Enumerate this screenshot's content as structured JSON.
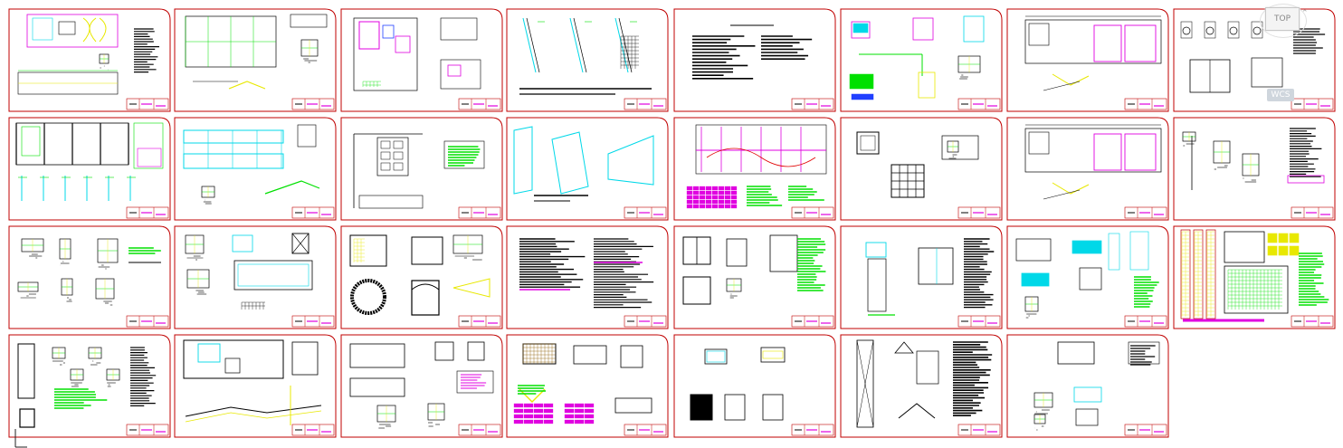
{
  "window": {
    "viewcube": {
      "face_label": "TOP",
      "wcs_label": "WCS"
    }
  },
  "colors": {
    "background": "#ffffff",
    "sheet_frame": "#c00000",
    "yellow": "#e8e800",
    "green": "#00e000",
    "cyan": "#00d8e8",
    "magenta": "#e000e0",
    "black": "#000000",
    "blue": "#2040ff"
  },
  "icons": [
    "compass-chevron-icon",
    "ucs-axis-icon"
  ],
  "sheets": [
    {
      "id": "1",
      "row": 0,
      "col": 0,
      "kind": "plan-site"
    },
    {
      "id": "2",
      "row": 0,
      "col": 1,
      "kind": "roof-plan"
    },
    {
      "id": "3",
      "row": 0,
      "col": 2,
      "kind": "rooms-plan"
    },
    {
      "id": "4",
      "row": 0,
      "col": 3,
      "kind": "walls-section"
    },
    {
      "id": "5",
      "row": 0,
      "col": 4,
      "kind": "text-notes"
    },
    {
      "id": "6",
      "row": 0,
      "col": 5,
      "kind": "installations"
    },
    {
      "id": "7",
      "row": 0,
      "col": 6,
      "kind": "floor-plan"
    },
    {
      "id": "8",
      "row": 0,
      "col": 7,
      "kind": "fixtures"
    },
    {
      "id": "9",
      "row": 1,
      "col": 0,
      "kind": "elevation-structure"
    },
    {
      "id": "10",
      "row": 1,
      "col": 1,
      "kind": "cyan-sections"
    },
    {
      "id": "11",
      "row": 1,
      "col": 2,
      "kind": "furniture-plan"
    },
    {
      "id": "12",
      "row": 1,
      "col": 3,
      "kind": "cyan-isometric"
    },
    {
      "id": "13",
      "row": 1,
      "col": 4,
      "kind": "electric-plan"
    },
    {
      "id": "14",
      "row": 1,
      "col": 5,
      "kind": "grid-details"
    },
    {
      "id": "15",
      "row": 1,
      "col": 6,
      "kind": "floor-plan"
    },
    {
      "id": "16",
      "row": 1,
      "col": 7,
      "kind": "fixtures-detail"
    },
    {
      "id": "17",
      "row": 2,
      "col": 0,
      "kind": "sparse-details"
    },
    {
      "id": "18",
      "row": 2,
      "col": 1,
      "kind": "foundation-details"
    },
    {
      "id": "19",
      "row": 2,
      "col": 2,
      "kind": "manhole-details"
    },
    {
      "id": "20",
      "row": 2,
      "col": 3,
      "kind": "text-notes-2"
    },
    {
      "id": "21",
      "row": 2,
      "col": 4,
      "kind": "carpentry"
    },
    {
      "id": "22",
      "row": 2,
      "col": 5,
      "kind": "tank-details"
    },
    {
      "id": "23",
      "row": 2,
      "col": 6,
      "kind": "cyan-tanks"
    },
    {
      "id": "24",
      "row": 2,
      "col": 7,
      "kind": "structural-colored"
    },
    {
      "id": "25",
      "row": 3,
      "col": 0,
      "kind": "column-details"
    },
    {
      "id": "26",
      "row": 3,
      "col": 1,
      "kind": "beam-section"
    },
    {
      "id": "27",
      "row": 3,
      "col": 2,
      "kind": "slab-details"
    },
    {
      "id": "28",
      "row": 3,
      "col": 3,
      "kind": "drainage-details"
    },
    {
      "id": "29",
      "row": 3,
      "col": 4,
      "kind": "frames"
    },
    {
      "id": "30",
      "row": 3,
      "col": 5,
      "kind": "stair-tower"
    },
    {
      "id": "31",
      "row": 3,
      "col": 6,
      "kind": "small-details"
    }
  ]
}
